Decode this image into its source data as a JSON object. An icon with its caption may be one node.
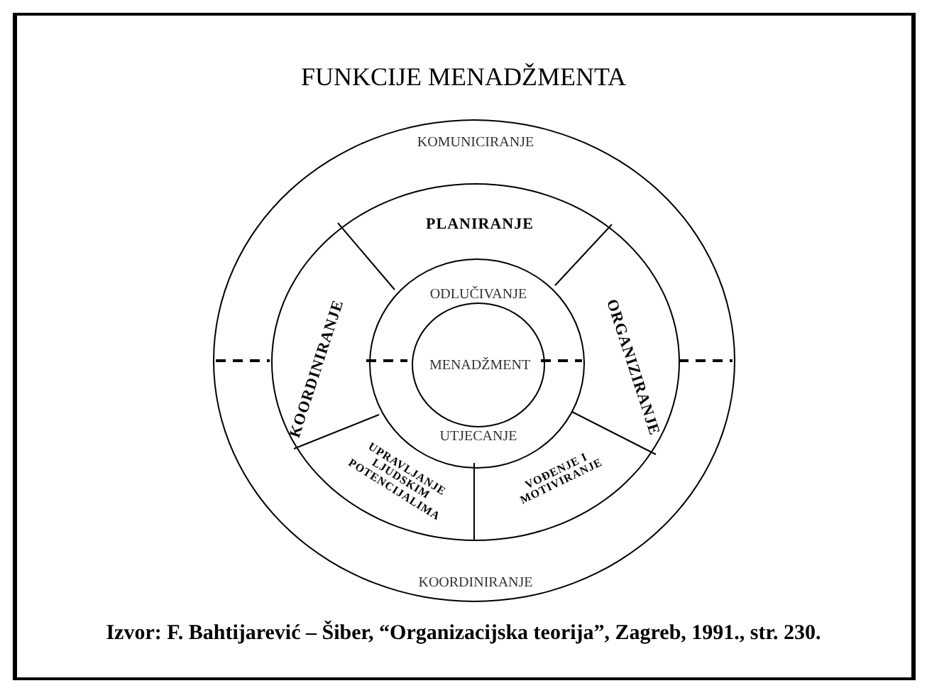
{
  "diagram": {
    "title": "FUNKCIJE MENADŽMENTA",
    "caption": "Izvor: F. Bahtijarević – Šiber, “Organizacijska teorija”, Zagreb, 1991., str. 230.",
    "nodes": [
      {
        "text": [
          "KOMUNICIRANJE",
          "KOORDINIRANJE"
        ]
      },
      {
        "text": [],
        "shape": "circle",
        "in": 0
      },
      {
        "text": [
          "PLANIRANJE"
        ],
        "in": 1
      },
      {
        "text": [
          "KOORDINIRANJE"
        ],
        "in": 1
      },
      {
        "text": [
          "ORGANIZIRANJE"
        ],
        "in": 1
      },
      {
        "text": [
          "ODLUČIVANJE",
          "UTJECANJE"
        ],
        "in": 1
      },
      {
        "text": [
          "MENADŽMENT"
        ],
        "in": 5
      },
      {
        "text": [
          "UPRAVLJANJE LJUDSKIM POTENCIJALIMA"
        ],
        "in": 1
      },
      {
        "text": [
          "VOĐENJE I MOTIVIRANJE"
        ],
        "in": 1
      }
    ],
    "edges": []
  }
}
